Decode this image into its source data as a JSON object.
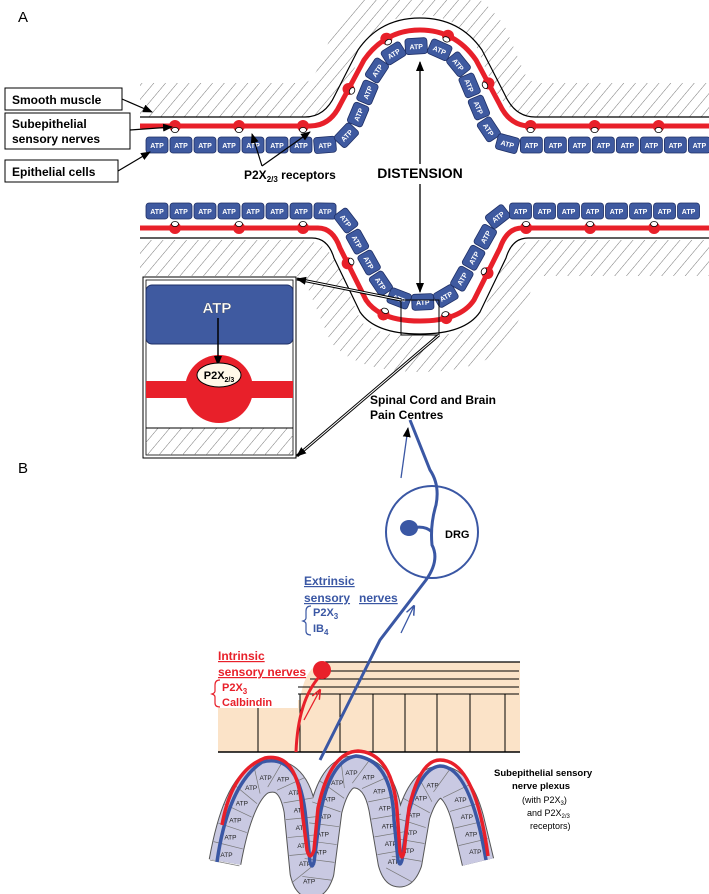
{
  "panel_a": {
    "label": "A",
    "smooth_muscle": "Smooth muscle",
    "subepithelial_line1": "Subepithelial",
    "subepithelial_line2": "sensory nerves",
    "epithelial_cells": "Epithelial cells",
    "receptors": "P2X",
    "receptors_sub": "2/3",
    "receptors_suffix": " receptors",
    "distension": "DISTENSION",
    "inset_atp": "ATP",
    "inset_receptor": "P2X",
    "inset_receptor_sub": "2/3"
  },
  "panel_b": {
    "label": "B",
    "brain_line1": "Spinal Cord and Brain",
    "brain_line2": "Pain Centres",
    "drg": "DRG",
    "extrinsic_line1": "Extrinsic",
    "extrinsic_line2a": "sensory",
    "extrinsic_line2b": "nerves",
    "extrinsic_marker1": "P2X",
    "extrinsic_marker1_sub": "3",
    "extrinsic_marker2": "IB",
    "extrinsic_marker2_sub": "4",
    "intrinsic_line1": "Intrinsic",
    "intrinsic_line2": "sensory nerves",
    "intrinsic_marker1": "P2X",
    "intrinsic_marker1_sub": "3",
    "intrinsic_marker2": "Calbindin",
    "plexus_line1": "Subepithelial sensory",
    "plexus_line2": "nerve plexus",
    "plexus_line3": "(with P2X",
    "plexus_line3_sub": "3",
    "plexus_line4": "and P2X",
    "plexus_line4_sub": "2/3",
    "plexus_line5": "receptors)"
  },
  "atp_label": "ATP",
  "colors": {
    "epithelium": "#3f5aa0",
    "nerve_red": "#e8202a",
    "nerve_blue": "#3a57a4",
    "muscle_fill": "#fbe3c8",
    "villus_fill": "#c9c9e2"
  }
}
